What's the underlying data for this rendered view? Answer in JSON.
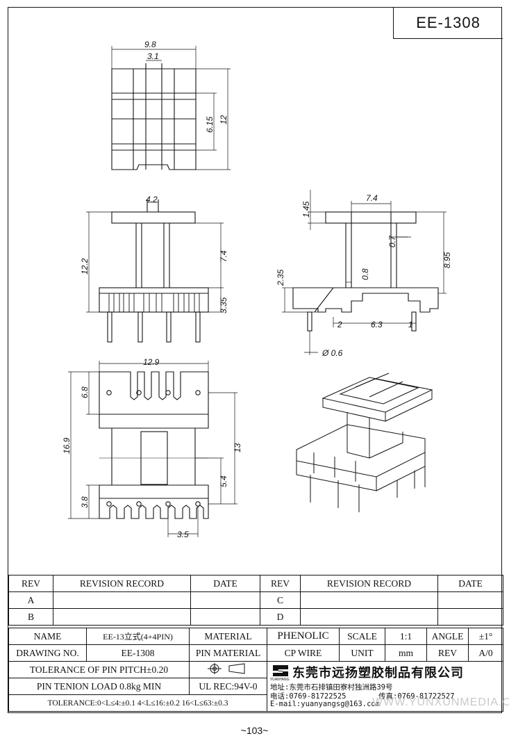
{
  "title": "EE-1308",
  "page_number": "~103~",
  "watermark": "WWW.YUNXUNMEDIA.COM",
  "dims": {
    "top_width": "9.8",
    "top_inner": "3.1",
    "top_h1": "6.15",
    "top_h2": "12",
    "front_top": "4.2",
    "front_h_total": "12.2",
    "front_h_upper": "7.4",
    "front_h_lower": "3.35",
    "side_top": "7.4",
    "side_flange": "1.45",
    "side_gap": "0.7",
    "side_height": "8.95",
    "side_base": "2.35",
    "side_wall": "0.8",
    "side_left": "2",
    "side_pitch": "6.3",
    "side_right": "1",
    "pin_dia": "Ø 0.6",
    "bottom_width": "12.9",
    "bottom_h": "16.9",
    "bottom_upper": "6.8",
    "bottom_13": "13",
    "bottom_54": "5.4",
    "bottom_38": "3.8",
    "bottom_pitch": "3.5"
  },
  "revision": {
    "headers": [
      "REV",
      "REVISION RECORD",
      "DATE",
      "REV",
      "REVISION RECORD",
      "DATE"
    ],
    "rows": [
      [
        "A",
        "",
        "",
        "C",
        "",
        ""
      ],
      [
        "B",
        "",
        "",
        "D",
        "",
        ""
      ]
    ]
  },
  "info": {
    "name_label": "NAME",
    "name_value": "EE-13立式(4+4PIN)",
    "material_label": "MATERIAL",
    "material_value": "PHENOLIC",
    "scale_label": "SCALE",
    "scale_value": "1:1",
    "angle_label": "ANGLE",
    "angle_value": "±1°",
    "drawing_label": "DRAWING NO.",
    "drawing_value": "EE-1308",
    "pin_material_label": "PIN MATERIAL",
    "pin_material_value": "CP WIRE",
    "unit_label": "UNIT",
    "unit_value": "mm",
    "rev_label": "REV",
    "rev_value": "A/0",
    "tol_pitch": "TOLERANCE OF PIN PITCH±0.20",
    "pin_load": "PIN TENION LOAD 0.8kg MIN",
    "ul": "UL REC:94V-0",
    "tolerance": "TOLERANCE:0<L≤4:±0.1  4<L≤16:±0.2  16<L≤63:±0.3",
    "company": "东莞市远扬塑胶制品有限公司",
    "logo_text": "YUANYANG",
    "address": "地址:东莞市石排镇田寮村独洲路39号",
    "phone": "电话:0769-81722525",
    "fax": "传真:0769-81722527",
    "email": "E-mail:yuanyangsg@163.com"
  }
}
